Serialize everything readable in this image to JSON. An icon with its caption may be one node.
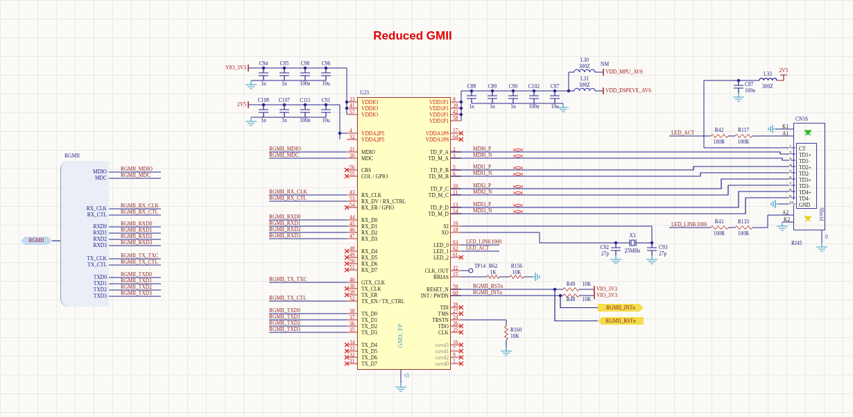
{
  "diagram": {
    "title": "Reduced GMII",
    "nodes": [
      {
        "text": [
          "RGMII",
          "MDIO",
          "MDC",
          "RX_CLK",
          "RX_CTL",
          "RXD0",
          "RXD1",
          "RXD2",
          "RXD3",
          "TX_CLK",
          "TX_CTL",
          "TXD0",
          "TXD1",
          "TXD2",
          "TXD3"
        ]
      },
      {
        "text": [
          "RGMII"
        ]
      },
      {
        "text": [
          "U23",
          "VDDIO",
          "VDDIO",
          "VDDIO",
          "VDDA2P5",
          "VDDA2P5",
          "MDIO",
          "MDC",
          "CRS",
          "COL / GPIO",
          "RX_CLK",
          "RX_DV / RX_CTRL",
          "RX_ER / GPIO",
          "RX_D0",
          "RX_D1",
          "RX_D2",
          "RX_D3",
          "RX_D4",
          "RX_D5",
          "RX_D6",
          "RX_D7",
          "GTX_CLK",
          "TX_CLK",
          "TX_ER",
          "TX_EN / TX_CTRL",
          "TX_D0",
          "TX_D1",
          "TX_D2",
          "TX_D3",
          "TX_D4",
          "TX_D5",
          "TX_D6",
          "TX_D7",
          "VDD1P1",
          "VDD1P1",
          "VDD1P1",
          "VDD1P1",
          "VDDA1P8",
          "VDDA1P8",
          "TD_P_A",
          "TD_M_A",
          "TD_P_B",
          "TD_M_B",
          "TD_P_C",
          "TD_M_C",
          "TD_P_D",
          "TD_M_D",
          "XI",
          "XO",
          "LED_0",
          "LED_1",
          "LED_2",
          "CLK_OUT",
          "RBIAS",
          "RESET_N",
          "INT / PWDN",
          "TDI",
          "TMS",
          "TRSTN",
          "TDO",
          "CLK",
          "rsrvd3",
          "rsrvd1",
          "rsrvd2",
          "rsrvd0",
          "GND_TP"
        ],
        "beside": [
          "23",
          "41",
          "57",
          "4",
          "32",
          "21",
          "20",
          "56",
          "55",
          "43",
          "53",
          "54",
          "44",
          "45",
          "46",
          "47",
          "48",
          "49",
          "50",
          "51",
          "40",
          "30",
          "39",
          "52",
          "38",
          "37",
          "36",
          "35",
          "34",
          "33",
          "32",
          "31",
          "8",
          "29",
          "42",
          "58",
          "17",
          "64",
          "2",
          "3",
          "5",
          "6",
          "10",
          "11",
          "13",
          "14",
          "19",
          "18",
          "63",
          "62",
          "61",
          "22",
          "15",
          "59",
          "60",
          "28",
          "27",
          "24",
          "26",
          "25",
          "16",
          "7",
          "9",
          "1",
          "65"
        ]
      },
      {
        "text": [
          "CN16",
          "K1",
          "A1",
          "A2",
          "K2",
          "Shield"
        ],
        "beside": [
          "RJ45",
          "0"
        ]
      },
      {
        "text": [
          "CT",
          "TD1+",
          "TD1-",
          "TD2+",
          "TD2-",
          "TD3+",
          "TD3-",
          "TD4+",
          "TD4-",
          "GND"
        ],
        "beside": [
          "1",
          "2",
          "3",
          "4",
          "5",
          "6",
          "7",
          "8",
          "9",
          "10"
        ],
        "in": 3
      },
      {
        "text": [
          "RGMII_INTn"
        ]
      },
      {
        "text": [
          "RGMII_RSTn"
        ]
      }
    ],
    "edges": [
      {
        "from": 1,
        "to": 0,
        "arrow": "none"
      },
      {
        "from": 2,
        "to": 4,
        "arrow": "none"
      },
      {
        "from": 2,
        "to": 4,
        "arrow": "none"
      },
      {
        "from": 2,
        "to": 4,
        "arrow": "none"
      },
      {
        "from": 2,
        "to": 4,
        "arrow": "none"
      },
      {
        "from": 2,
        "to": 4,
        "arrow": "none"
      },
      {
        "from": 2,
        "to": 4,
        "arrow": "none"
      },
      {
        "from": 2,
        "to": 4,
        "arrow": "none"
      },
      {
        "from": 2,
        "to": 4,
        "arrow": "none"
      },
      {
        "from": 2,
        "to": 6,
        "arrow": "none"
      },
      {
        "from": 2,
        "to": 5,
        "arrow": "none"
      }
    ],
    "labels": [
      "VIO_3V3",
      "C94",
      "C95",
      "C98",
      "C96",
      "1n",
      "1n",
      "100n",
      "10u",
      "2V5",
      "C108",
      "C107",
      "C111",
      "C91",
      "1n",
      "1n",
      "100n",
      "10u",
      "L30",
      "300Z",
      "NM",
      "VDD_MPU_AVS",
      "L31",
      "300Z",
      "VDD_DSPEVE_AVS",
      "C88",
      "C89",
      "C90",
      "C102",
      "C97",
      "1n",
      "1n",
      "1n",
      "100n",
      "10u",
      "2V5",
      "L33",
      "300Z",
      "C87",
      "100n",
      "LED_ACT",
      "R42",
      "100R",
      "R117",
      "100R",
      "LED_LINK1000",
      "R43",
      "100R",
      "R133",
      "100R",
      "RGMII_MDIO",
      "RGMII_MDC",
      "RGMII_RX_CLK",
      "RGMII_RX_CTL",
      "RGMII_RXD0",
      "RGMII_RXD1",
      "RGMII_RXD2",
      "RGMII_RXD3",
      "RGMII_TX_TXC",
      "RGMII_TX_CTL",
      "RGMII_TXD0",
      "RGMII_TXD1",
      "RGMII_TXD2",
      "RGMII_TXD3",
      "RGMII_MDIO",
      "RGMII_MDC",
      "RGMII_RX_CLK",
      "RGMII_RX_CTL",
      "RGMII_RXD0",
      "RGMII_RXD1",
      "RGMII_RXD2",
      "RGMII_RXD3",
      "RGMII_TX_TXC",
      "RGMII_TX_CTL",
      "RGMII_TXD0",
      "RGMII_TXD1",
      "RGMII_TXD2",
      "RGMII_TXD3",
      "MDI0_P",
      "MDI0_N",
      "MDI1_P",
      "MDI1_N",
      "MDI2_P",
      "MDI2_N",
      "MDI3_P",
      "MDI3_N",
      "LED_LINK1000",
      "LED_ACT",
      "X3",
      "25MHz",
      "C92",
      "27p",
      "C93",
      "27p",
      "TP14",
      "R62",
      "1K",
      "R156",
      "10K",
      "RGMII_RSTn",
      "RGMII_INTn",
      "R49",
      "10K",
      "VIO_3V3",
      "R48",
      "10K",
      "VIO_3V3",
      "R160",
      "10K"
    ]
  }
}
